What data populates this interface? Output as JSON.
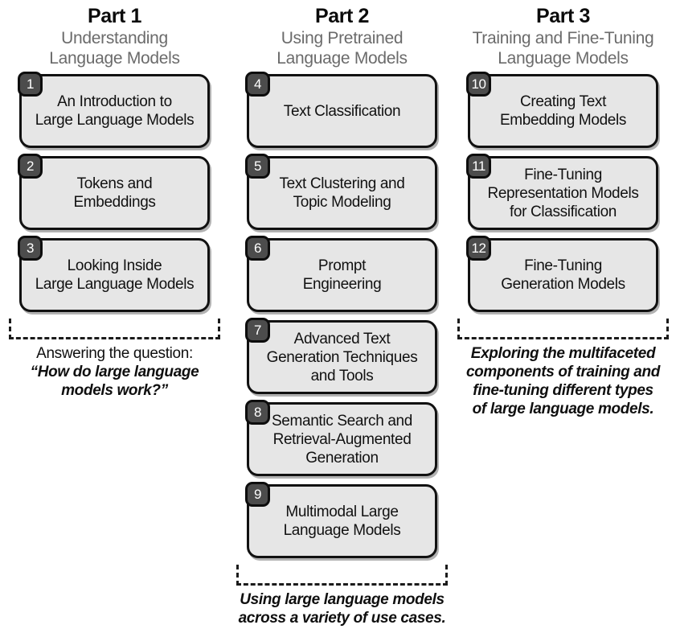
{
  "diagram": {
    "title": "Hands-On Large Language Models book structure overview",
    "background_color": "#ffffff",
    "box_fill_color": "#e6e6e6",
    "box_border_color": "#111111",
    "badge_color": "#4c4c4c",
    "subtitle_color": "#6b6b6b"
  },
  "columns": [
    {
      "part_label": "Part 1",
      "subtitle_line1": "Understanding",
      "subtitle_line2": "Language Models",
      "chapters": [
        {
          "number": "1",
          "title": "An Introduction to\nLarge Language Models"
        },
        {
          "number": "2",
          "title": "Tokens and\nEmbeddings"
        },
        {
          "number": "3",
          "title": "Looking Inside\nLarge Language Models"
        }
      ],
      "caption": [
        {
          "text": "Answering the question:",
          "style": "plain"
        },
        {
          "text": "“How do large language",
          "style": "italic"
        },
        {
          "text": "models work?”",
          "style": "italic"
        }
      ]
    },
    {
      "part_label": "Part 2",
      "subtitle_line1": "Using Pretrained",
      "subtitle_line2": "Language Models",
      "chapters": [
        {
          "number": "4",
          "title": "Text Classification"
        },
        {
          "number": "5",
          "title": "Text Clustering and\nTopic Modeling"
        },
        {
          "number": "6",
          "title": "Prompt\nEngineering"
        },
        {
          "number": "7",
          "title": "Advanced Text\nGeneration Techniques\nand Tools"
        },
        {
          "number": "8",
          "title": "Semantic Search and\nRetrieval-Augmented\nGeneration"
        },
        {
          "number": "9",
          "title": "Multimodal Large\nLanguage Models"
        }
      ],
      "caption": [
        {
          "text": "Using large language models",
          "style": "italic"
        },
        {
          "text": "across a variety of use cases.",
          "style": "italic"
        }
      ]
    },
    {
      "part_label": "Part 3",
      "subtitle_line1": "Training and Fine-Tuning",
      "subtitle_line2": "Language Models",
      "chapters": [
        {
          "number": "10",
          "title": "Creating Text\nEmbedding Models"
        },
        {
          "number": "11",
          "title": "Fine-Tuning\nRepresentation Models\nfor Classification"
        },
        {
          "number": "12",
          "title": "Fine-Tuning\nGeneration Models"
        }
      ],
      "caption": [
        {
          "text": "Exploring the multifaceted",
          "style": "italic"
        },
        {
          "text": "components of training and",
          "style": "italic"
        },
        {
          "text": "fine-tuning different types",
          "style": "italic"
        },
        {
          "text": "of large language models.",
          "style": "italic"
        }
      ]
    }
  ]
}
